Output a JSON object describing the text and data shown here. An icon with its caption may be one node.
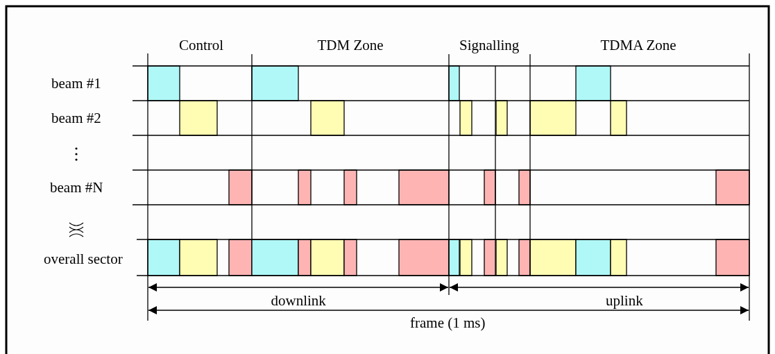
{
  "diagram": {
    "labels": [
      "Control",
      "TDM Zone",
      "Signalling",
      "TDMA Zone",
      "beam #1",
      "beam #2",
      "beam #N",
      "overall sector",
      "downlink",
      "uplink",
      "frame (1 ms)"
    ]
  }
}
